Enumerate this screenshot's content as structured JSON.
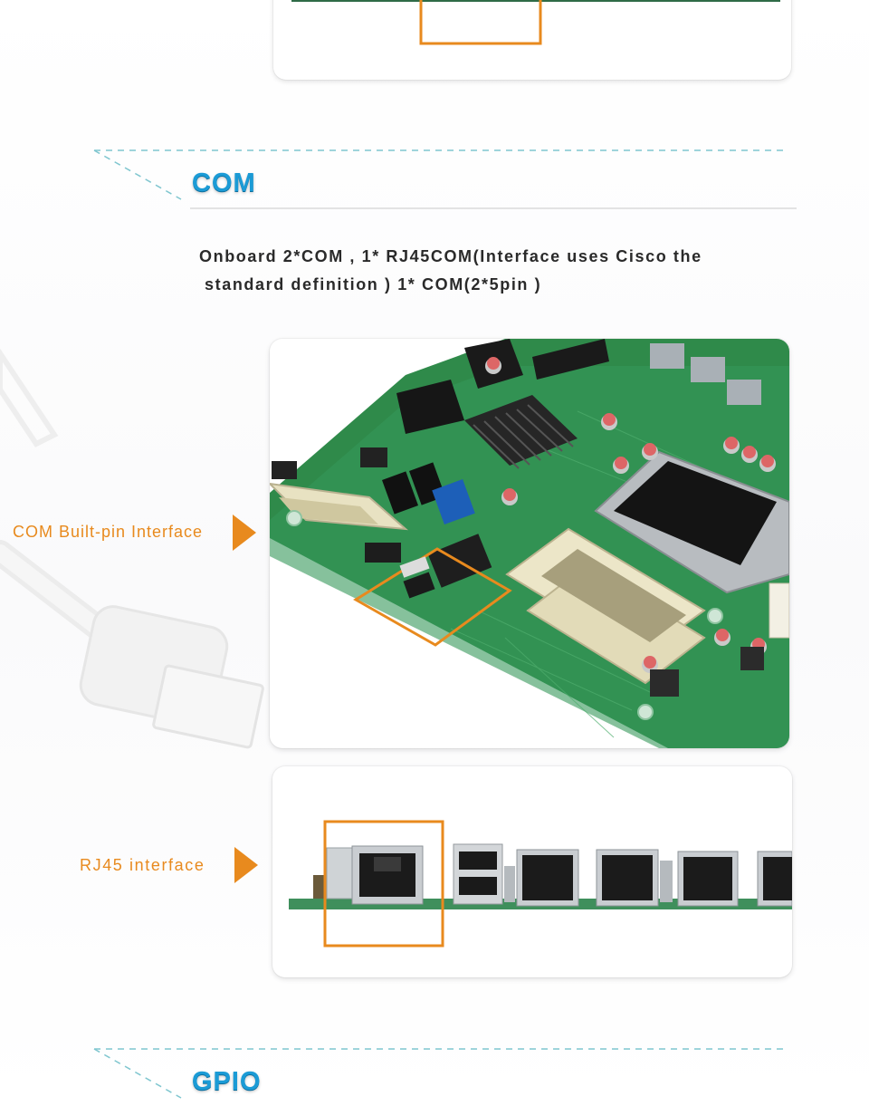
{
  "sections": {
    "com": {
      "title": "COM",
      "description_line1": "Onboard 2*COM , 1* RJ45COM(Interface uses Cisco the",
      "description_line2": "standard definition ) 1* COM(2*5pin )"
    },
    "gpio": {
      "title": "GPIO"
    }
  },
  "callouts": {
    "com_builtin": "COM Built-pin Interface",
    "rj45": "RJ45 interface"
  },
  "colors": {
    "title_blue": "#1b9bd6",
    "accent_orange": "#e88a1e",
    "pcb_green": "#2f8a4a",
    "dashed_line": "#7fc6cf"
  }
}
